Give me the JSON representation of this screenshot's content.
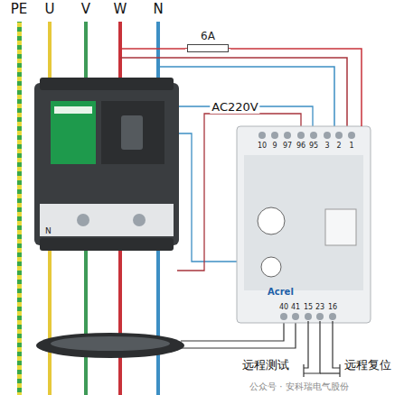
{
  "diagram": {
    "nodes": [
      {
        "text": [
          "6A"
        ]
      },
      {
        "text": [
          "Acrel"
        ]
      }
    ],
    "edges": [
      {
        "from": 0,
        "to": 1,
        "arrow": "none"
      }
    ],
    "labels": [
      "PE",
      "U",
      "V",
      "W",
      "N",
      "AC220V",
      "10",
      "9",
      "97",
      "96",
      "95",
      "3",
      "2",
      "1",
      "40",
      "41",
      "15",
      "23",
      "16",
      "N",
      "远程测试",
      "远程复位",
      "公众号 · 安科瑞电气股份"
    ]
  }
}
